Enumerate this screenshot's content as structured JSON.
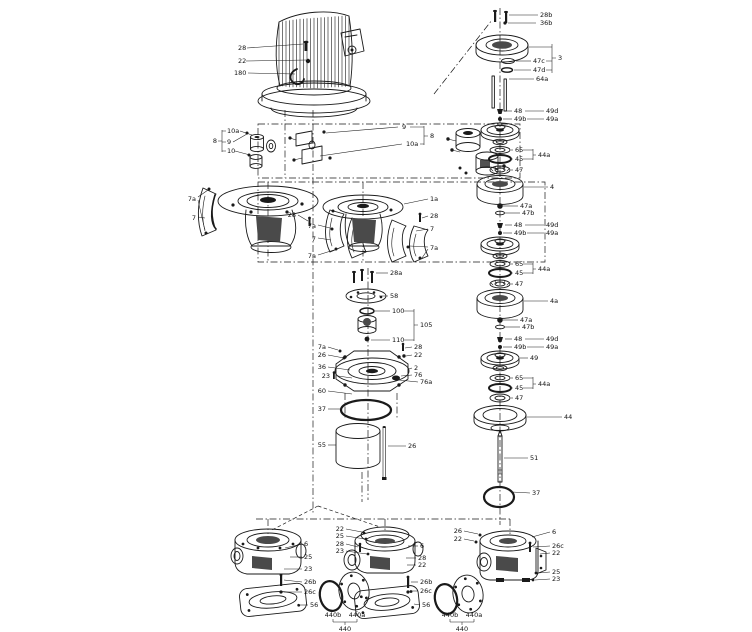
{
  "colors": {
    "ink": "#1a1a1a",
    "paper": "#ffffff"
  },
  "callouts": {
    "m28": "28",
    "m22": "22",
    "m180": "180",
    "cl8": "8",
    "cl10a": "10a",
    "cl9": "9",
    "cl10": "10",
    "cr9": "9",
    "cr10a": "10a",
    "cr8": "8",
    "sl7a": "7a",
    "sl7": "7",
    "sm28": "28",
    "sm7a1": "7a",
    "sm7": "7",
    "sm7a2": "7a",
    "sr1a": "1a",
    "sr28": "28",
    "sr7": "7",
    "sr7a": "7a",
    "se28a": "28a",
    "se58": "58",
    "se100": "100",
    "se105": "105",
    "se110": "110",
    "h7a": "7a",
    "h26": "26",
    "h36": "36",
    "h23": "23",
    "h60": "60",
    "h28": "28",
    "h22": "22",
    "h2": "2",
    "h76": "76",
    "h76a": "76a",
    "o37": "37",
    "s55": "55",
    "b26": "26",
    "r28b": "28b",
    "r36b": "36b",
    "r3": "3",
    "r47c": "47c",
    "r47d": "47d",
    "r64a": "64a",
    "a48": "48",
    "a49b": "49b",
    "a49d": "49d",
    "a49a": "49a",
    "a65": "65",
    "a45": "45",
    "a44a": "44a",
    "a47": "47",
    "a4": "4",
    "a47a": "47a",
    "a47b": "47b",
    "b48": "48",
    "b49b": "49b",
    "b49d": "49d",
    "b49a": "49a",
    "b65": "65",
    "b45": "45",
    "b44a": "44a",
    "b47": "47",
    "b4a": "4a",
    "b47a": "47a",
    "b47b": "47b",
    "c48": "48",
    "c49b": "49b",
    "c49d": "49d",
    "c49a": "49a",
    "c49": "49",
    "c65": "65",
    "c45": "45",
    "c44a": "44a",
    "c47": "47",
    "c44": "44",
    "r51": "51",
    "r37": "37",
    "bl6": "6",
    "bl25": "25",
    "bl23": "23",
    "bl26b": "26b",
    "bl26c": "26c",
    "bl56": "56",
    "k1b": "440b",
    "k1a": "440a",
    "k1": "440",
    "bm22": "22",
    "bm25": "25",
    "bm28": "28",
    "bm23": "23",
    "bm6": "6",
    "bm28r": "28",
    "bm22r": "22",
    "bm26b": "26b",
    "bm26c": "26c",
    "bm56": "56",
    "br26": "26",
    "br22": "22",
    "br6": "6",
    "br26c": "26c",
    "br22r": "22",
    "br25": "25",
    "br23": "23",
    "k2b": "440b",
    "k2a": "440a",
    "k2": "440"
  }
}
